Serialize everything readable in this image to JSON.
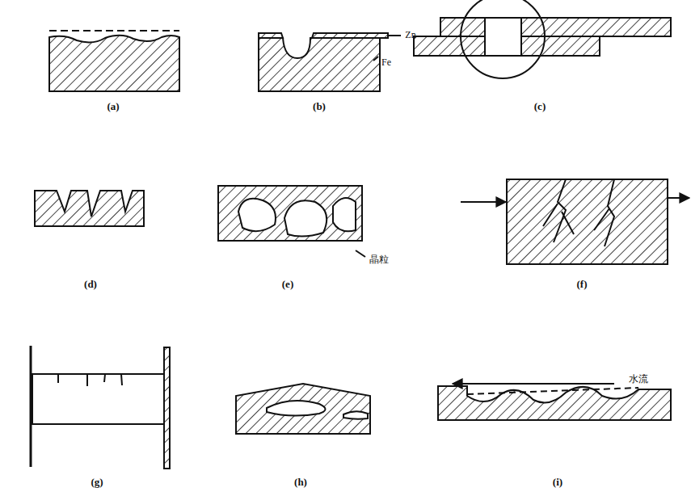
{
  "diagram": {
    "labels": [
      "(a)",
      "(b)",
      "Zn",
      "Fe",
      "(c)",
      "(d)",
      "(e)",
      "晶粒",
      "(f)",
      "(g)",
      "(h)",
      "(i)",
      "水流"
    ]
  }
}
